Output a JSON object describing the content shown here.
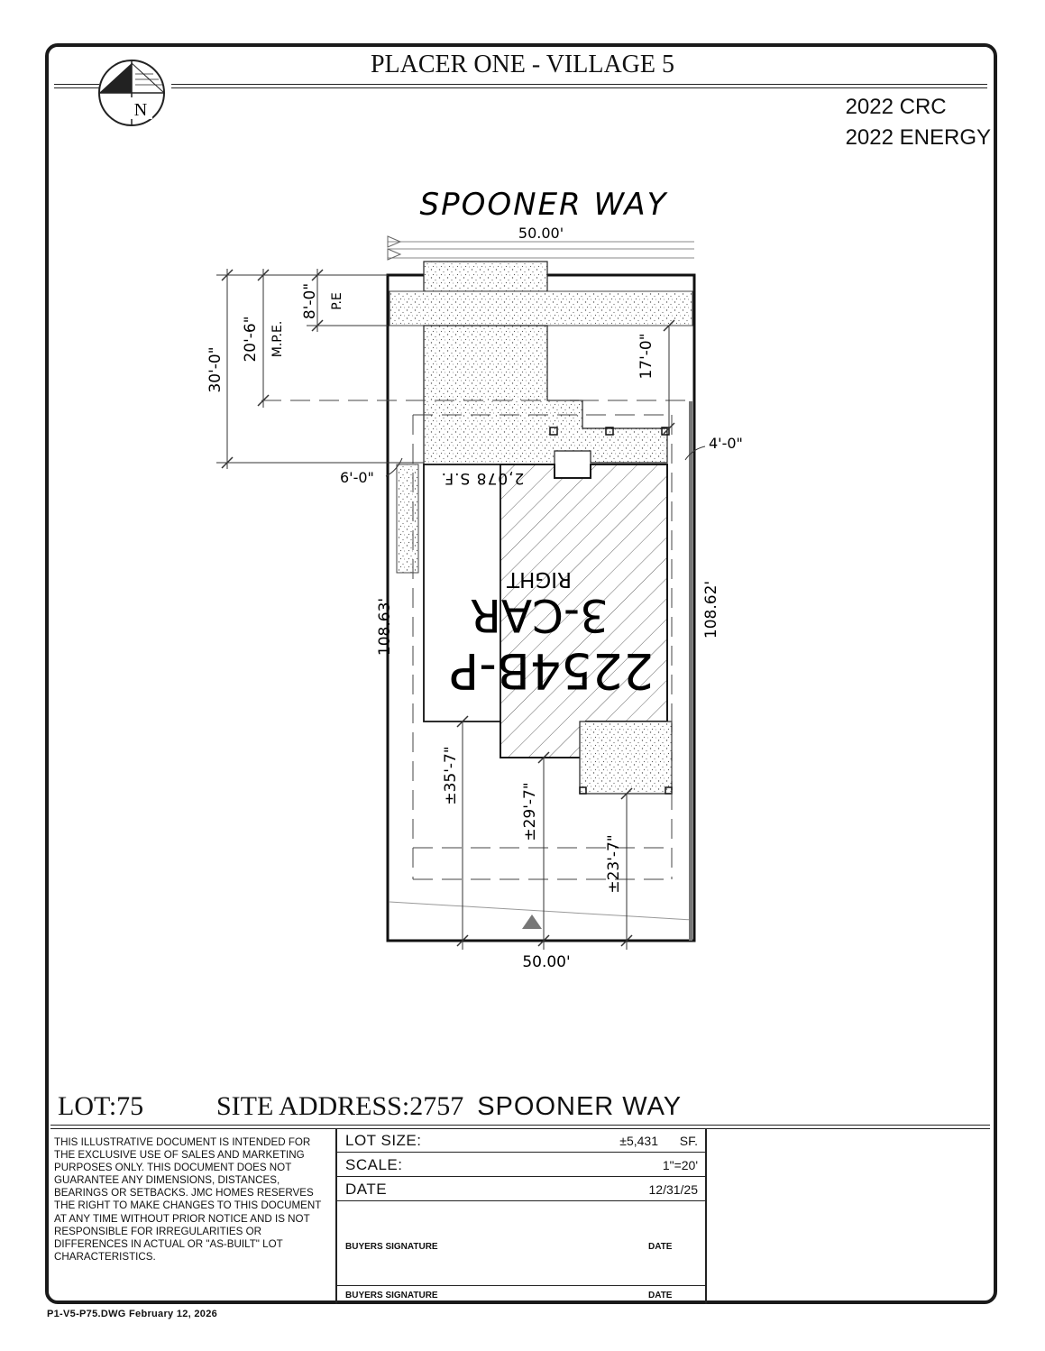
{
  "header": {
    "title": "PLACER ONE - VILLAGE 5",
    "code_1": "2022 CRC",
    "code_2": "2022 ENERGY",
    "north_label": "N"
  },
  "plan": {
    "street": "SPOONER WAY",
    "front_width": "50.00'",
    "rear_width": "50.00'",
    "left_depth": "108.63'",
    "right_depth": "108.62'",
    "dim_30": "30'-0\"",
    "dim_20_6": "20'-6\"",
    "mpe": "M.P.E.",
    "dim_8": "8'-0\"",
    "pe": "P.E",
    "dim_17": "17'-0\"",
    "dim_4": "4'-0\"",
    "dim_6": "6'-0\"",
    "area": "2,078 S.F.",
    "plan_name": "2254B-P",
    "garage": "3-CAR",
    "hand": "RIGHT",
    "rear_35": "±35'-7\"",
    "rear_29": "±29'-7\"",
    "rear_23": "±23'-7\""
  },
  "lot": {
    "lot_label": "LOT:75",
    "address_label": "SITE ADDRESS:",
    "address_number": "2757",
    "address_street": "SPOONER WAY"
  },
  "disclaimer": "THIS ILLUSTRATIVE DOCUMENT IS INTENDED FOR THE EXCLUSIVE USE OF SALES AND MARKETING PURPOSES ONLY. THIS DOCUMENT DOES NOT GUARANTEE ANY DIMENSIONS, DISTANCES, BEARINGS OR SETBACKS. JMC HOMES RESERVES THE RIGHT TO MAKE CHANGES TO THIS DOCUMENT AT ANY TIME WITHOUT PRIOR NOTICE AND IS NOT RESPONSIBLE FOR IRREGULARITIES OR DIFFERENCES IN ACTUAL OR \"AS-BUILT\" LOT CHARACTERISTICS.",
  "info_table": {
    "lot_size_label": "LOT SIZE:",
    "lot_size_value": "±5,431",
    "lot_size_unit": "SF.",
    "scale_label": "SCALE:",
    "scale_value": "1\"=20'",
    "date_label": "DATE",
    "date_value": "12/31/25",
    "buyer_sig_1": "BUYERS SIGNATURE",
    "buyer_date_1": "DATE",
    "buyer_sig_2": "BUYERS SIGNATURE",
    "buyer_date_2": "DATE"
  },
  "footer": {
    "file_ref": "P1-V5-P75.DWG February 12, 2026"
  }
}
